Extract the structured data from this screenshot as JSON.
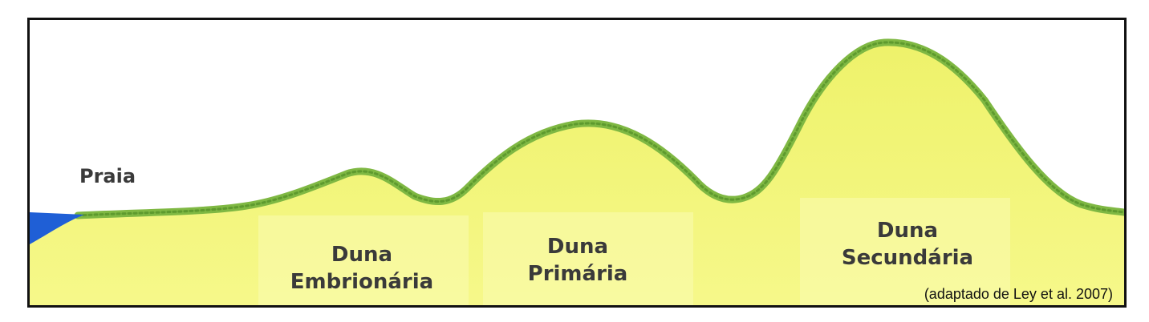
{
  "diagram": {
    "labels": {
      "beach": "Praia",
      "embryonic_dune": [
        "Duna",
        "Embrionária"
      ],
      "primary_dune": [
        "Duna",
        "Primária"
      ],
      "secondary_dune": [
        "Duna",
        "Secundária"
      ]
    },
    "source": "(adaptado de Ley et al. 2007)",
    "colors": {
      "sand": "#f2f57a",
      "sand_highlight": "#fbfcb0",
      "vegetation": "#8cc24a",
      "vegetation_dark": "#5e9a2e",
      "sea": "#1f5fd6",
      "frame": "#111111",
      "text": "#3a3a3a"
    }
  }
}
